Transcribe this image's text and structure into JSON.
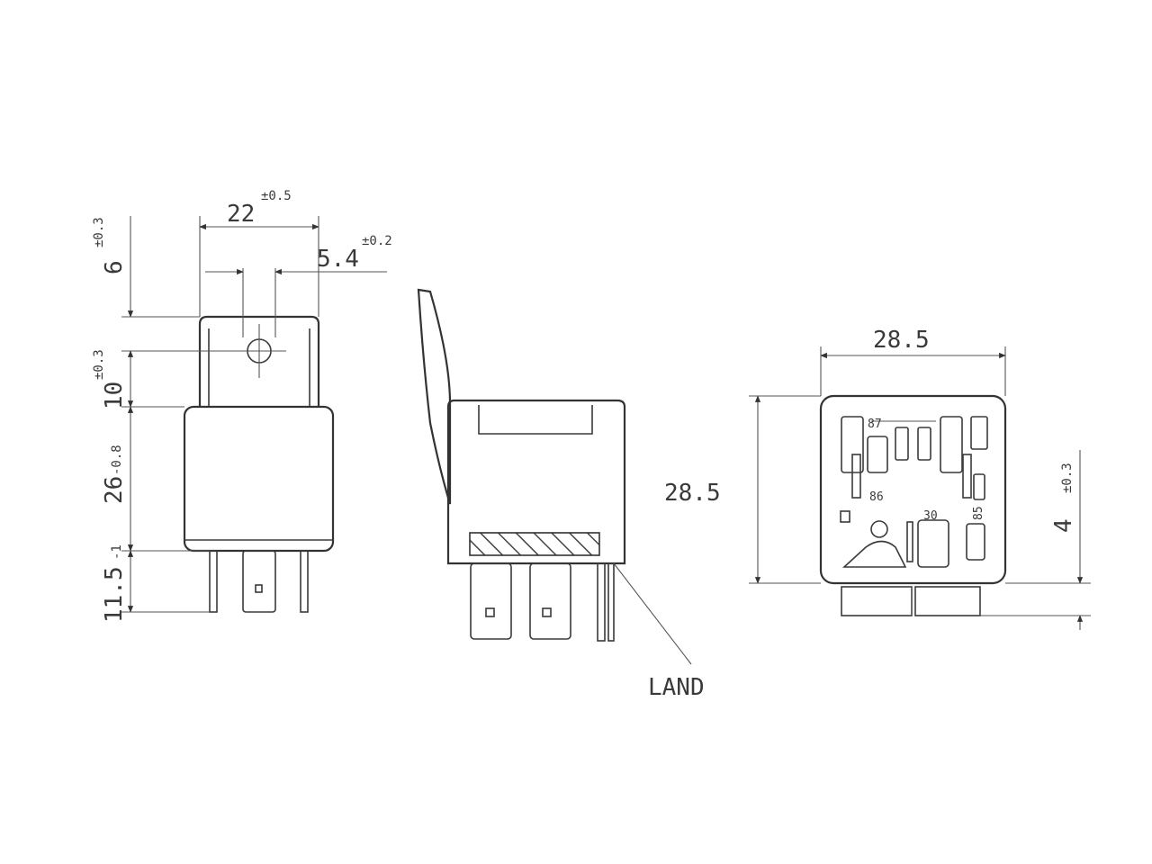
{
  "side_view": {
    "width": "22",
    "width_tol": "±0.5",
    "tab_offset": "5.4",
    "tab_offset_tol": "±0.2",
    "top_tab": "6",
    "top_tab_tol": "±0.3",
    "hole_height": "10",
    "hole_height_tol": "±0.3",
    "body_height": "26",
    "body_height_tol": "-0.8",
    "pin_length": "11.5",
    "pin_length_tol": "-1"
  },
  "front_view": {
    "land_label": "LAND"
  },
  "bottom_view": {
    "width": "28.5",
    "height": "28.5",
    "standoff": "4",
    "standoff_tol": "±0.3",
    "pins": [
      "87",
      "86",
      "30",
      "85"
    ]
  }
}
